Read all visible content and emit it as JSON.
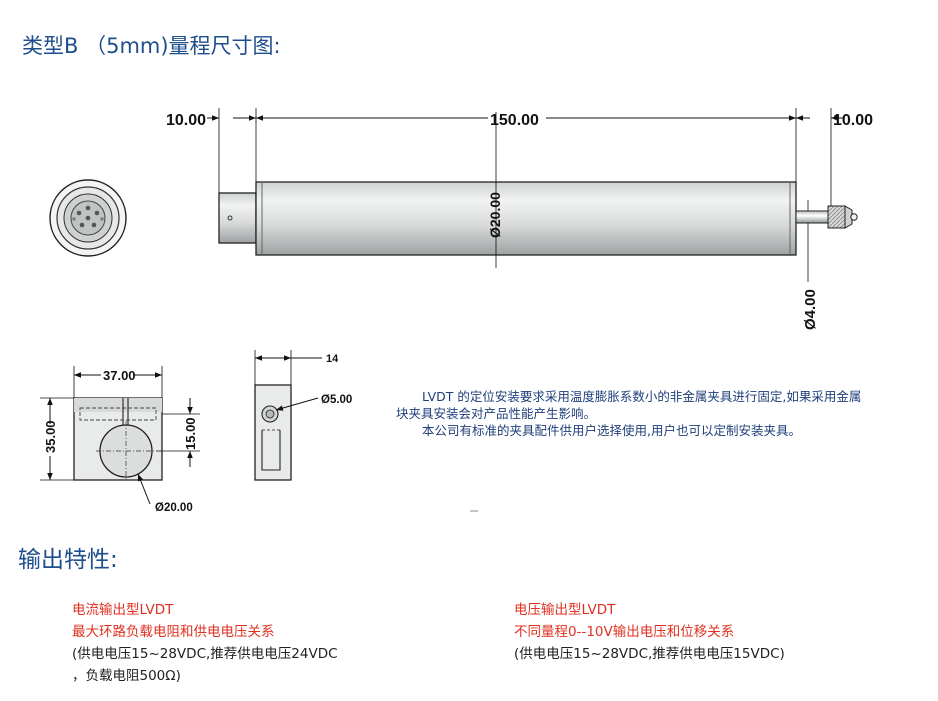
{
  "header": {
    "title": "类型B （5mm)量程尺寸图:"
  },
  "dims": {
    "left_len": "10.00",
    "body_len": "150.00",
    "right_len": "10.00",
    "body_dia": "Ø20.00",
    "rod_dia": "Ø4.00",
    "clamp_width": "37.00",
    "clamp_height": "35.00",
    "clamp_hole_offset": "15.00",
    "clamp_hole_dia": "Ø20.00",
    "side_width": "14",
    "screw_dia": "Ø5.00"
  },
  "note": {
    "line1": "LVDT 的定位安装要求采用温度膨胀系数小的非金属夹具进行固定,如果采用金属块夹具安装会对产品性能产生影响。",
    "line2": "本公司有标准的夹具配件供用户选择使用,用户也可以定制安装夹具。"
  },
  "section": {
    "title": "输出特性:"
  },
  "current_output": {
    "title": "电流输出型LVDT",
    "subtitle": "最大环路负载电阻和供电电压关系",
    "line1": "(供电电压15~28VDC,推荐供电电压24VDC",
    "line2": "，负载电阻500Ω)"
  },
  "voltage_output": {
    "title": "电压输出型LVDT",
    "subtitle": "不同量程0--10V输出电压和位移关系",
    "line1": "(供电电压15~28VDC,推荐供电电压15VDC)"
  }
}
